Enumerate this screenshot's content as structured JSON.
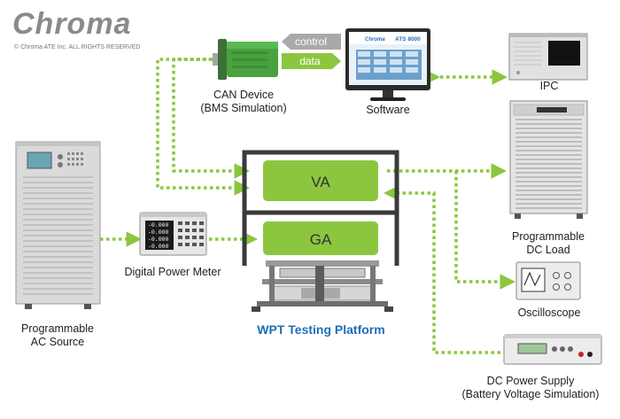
{
  "brand": {
    "logo_text": "Chroma",
    "copyright": "© Chroma ATE Inc. ALL RIGHTS RESERVED"
  },
  "tags": {
    "control": "control",
    "data": "data"
  },
  "devices": {
    "can_device": "CAN Device\n(BMS Simulation)",
    "software": "Software",
    "software_screen_logo": "Chroma",
    "software_screen_model": "ATS 8000",
    "ipc": "IPC",
    "ac_source": "Programmable\nAC Source",
    "power_meter": "Digital Power Meter",
    "meter_readings": [
      "-0.000",
      "-0.000",
      "-0.000",
      "-0.000"
    ],
    "dc_load": "Programmable\nDC Load",
    "oscilloscope": "Oscilloscope",
    "dc_supply": "DC Power Supply\n(Battery Voltage Simulation)"
  },
  "platform": {
    "title": "WPT Testing Platform",
    "va": "VA",
    "ga": "GA"
  },
  "colors": {
    "arrow": "#8cc63f",
    "box": "#8cc63f",
    "frame": "#3a3a3a",
    "title": "#1e6fb8"
  }
}
